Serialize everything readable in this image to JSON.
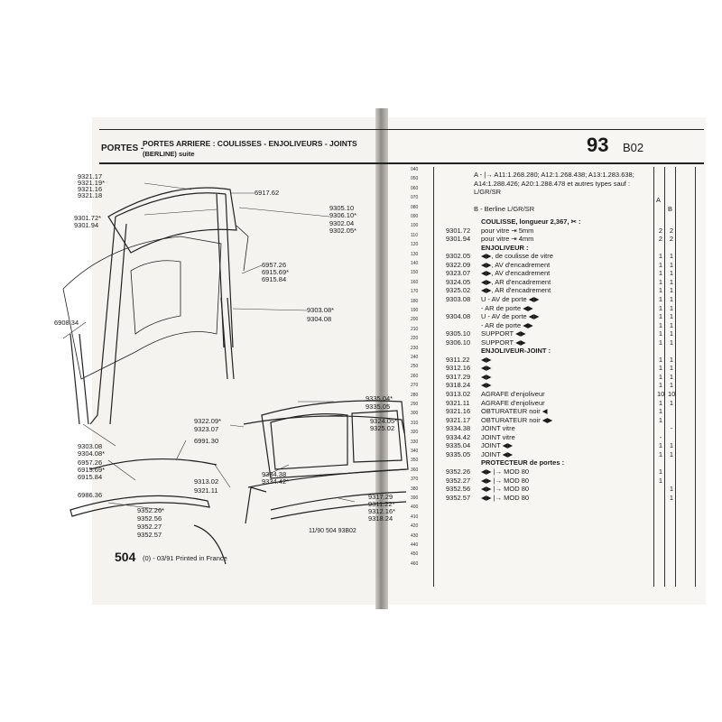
{
  "header": {
    "section": "PORTES -",
    "title": "PORTES ARRIERE : COULISSES - ENJOLIVEURS - JOINTS",
    "subtitle": "(BERLINE) suite",
    "page_number": "93",
    "page_code": "B02"
  },
  "footer": {
    "model": "504",
    "model_suffix": "(0) - 03/91 Printed in France",
    "drawing_ref": "11/90  504  93B02"
  },
  "diagram_labels": [
    "9321.17",
    "9321.19*",
    "9321.16",
    "9321.18",
    "9301.72*",
    "9301.94",
    "6917.62",
    "6957.26",
    "6915.69*",
    "6915.84",
    "6908.34",
    "9305.10",
    "9306.10*",
    "9302.04",
    "9302.05*",
    "9303.08*",
    "9304.08",
    "9303.08",
    "9304.08*",
    "6957.26",
    "6915.69*",
    "6915.84",
    "6986.36",
    "9322.09*",
    "9323.07",
    "6991.30",
    "9313.02",
    "9321.11",
    "9335.04*",
    "9335.05",
    "9324.05*",
    "9325.02",
    "9334.38",
    "9334.42*",
    "9352.26*",
    "9352.56",
    "9352.27",
    "9352.57",
    "9317.29",
    "9311.22*",
    "9312.16*",
    "9318.24"
  ],
  "line_numbers": [
    "040",
    "050",
    "060",
    "070",
    "080",
    "090",
    "100",
    "110",
    "120",
    "130",
    "140",
    "150",
    "160",
    "170",
    "180",
    "190",
    "200",
    "210",
    "220",
    "230",
    "240",
    "250",
    "260",
    "270",
    "280",
    "290",
    "300",
    "310",
    "320",
    "330",
    "340",
    "350",
    "360",
    "370",
    "380",
    "390",
    "400",
    "410",
    "420",
    "430",
    "440",
    "450",
    "460"
  ],
  "legend": {
    "a": "A - |→ A11:1.268.280; A12:1.268.438; A13:1.283.638; A14:1.288.426; A20:1.288.478 et autres types sauf : L/GR/SR",
    "a_qty": "A",
    "b": "B - Berline L/GR/SR",
    "b_qty": "B"
  },
  "parts": [
    {
      "ref": "",
      "desc": "COULISSE, longueur 2,367, ✂ :",
      "qa": "",
      "qb": "",
      "bold": true
    },
    {
      "ref": "9301.72",
      "desc": "pour vitre ⇥ 5mm",
      "qa": "2",
      "qb": "2"
    },
    {
      "ref": "9301.94",
      "desc": "pour vitre ⇥ 4mm",
      "qa": "2",
      "qb": "2"
    },
    {
      "ref": "",
      "desc": "ENJOLIVEUR :",
      "qa": "",
      "qb": "",
      "bold": true
    },
    {
      "ref": "9302.05",
      "desc": "◀▶, de coulisse de vitre",
      "qa": "1",
      "qb": "1"
    },
    {
      "ref": "9322.09",
      "desc": "◀▶, AV d'encadrement",
      "qa": "1",
      "qb": "1"
    },
    {
      "ref": "9323.07",
      "desc": "◀▶, AV d'encadrement",
      "qa": "1",
      "qb": "1"
    },
    {
      "ref": "9324.05",
      "desc": "◀▶, AR d'encadrement",
      "qa": "1",
      "qb": "1"
    },
    {
      "ref": "9325.02",
      "desc": "◀▶, AR d'encadrement",
      "qa": "1",
      "qb": "1"
    },
    {
      "ref": "9303.08",
      "desc": "U - AV de porte ◀▶",
      "qa": "1",
      "qb": "1"
    },
    {
      "ref": "",
      "desc": "- AR de porte ◀▶",
      "qa": "1",
      "qb": "1"
    },
    {
      "ref": "9304.08",
      "desc": "U - AV de porte ◀▶",
      "qa": "1",
      "qb": "1"
    },
    {
      "ref": "",
      "desc": "- AR de porte ◀▶",
      "qa": "1",
      "qb": "1"
    },
    {
      "ref": "9305.10",
      "desc": "SUPPORT ◀▶",
      "qa": "1",
      "qb": "1"
    },
    {
      "ref": "9306.10",
      "desc": "SUPPORT ◀▶",
      "qa": "1",
      "qb": "1"
    },
    {
      "ref": "",
      "desc": "ENJOLIVEUR-JOINT :",
      "qa": "",
      "qb": "",
      "bold": true
    },
    {
      "ref": "9311.22",
      "desc": "◀▶",
      "qa": "1",
      "qb": "1"
    },
    {
      "ref": "9312.16",
      "desc": "◀▶",
      "qa": "1",
      "qb": "1"
    },
    {
      "ref": "9317.29",
      "desc": "◀▶",
      "qa": "1",
      "qb": "1"
    },
    {
      "ref": "9318.24",
      "desc": "◀▶",
      "qa": "1",
      "qb": "1"
    },
    {
      "ref": "9313.02",
      "desc": "AGRAFE d'enjoliveur",
      "qa": "10",
      "qb": "10"
    },
    {
      "ref": "9321.11",
      "desc": "AGRAFE d'enjoliveur",
      "qa": "1",
      "qb": "1"
    },
    {
      "ref": "9321.16",
      "desc": "OBTURATEUR noir ◀",
      "qa": "1",
      "qb": ""
    },
    {
      "ref": "9321.17",
      "desc": "OBTURATEUR noir ◀▶",
      "qa": "1",
      "qb": ""
    },
    {
      "ref": "9334.38",
      "desc": "JOINT vitre",
      "qa": "",
      "qb": "-"
    },
    {
      "ref": "9334.42",
      "desc": "JOINT vitre",
      "qa": "-",
      "qb": ""
    },
    {
      "ref": "9335.04",
      "desc": "JOINT ◀▶",
      "qa": "1",
      "qb": "1"
    },
    {
      "ref": "9335.05",
      "desc": "JOINT ◀▶",
      "qa": "1",
      "qb": "1"
    },
    {
      "ref": "",
      "desc": "PROTECTEUR de portes :",
      "qa": "",
      "qb": "",
      "bold": true
    },
    {
      "ref": "9352.26",
      "desc": "◀▶ |→ MOD 80",
      "qa": "1",
      "qb": ""
    },
    {
      "ref": "9352.27",
      "desc": "◀▶ |→ MOD 80",
      "qa": "1",
      "qb": ""
    },
    {
      "ref": "9352.56",
      "desc": "◀▶ |→ MOD 80",
      "qa": "",
      "qb": "1"
    },
    {
      "ref": "9352.57",
      "desc": "◀▶ |→ MOD 80",
      "qa": "",
      "qb": "1"
    }
  ]
}
